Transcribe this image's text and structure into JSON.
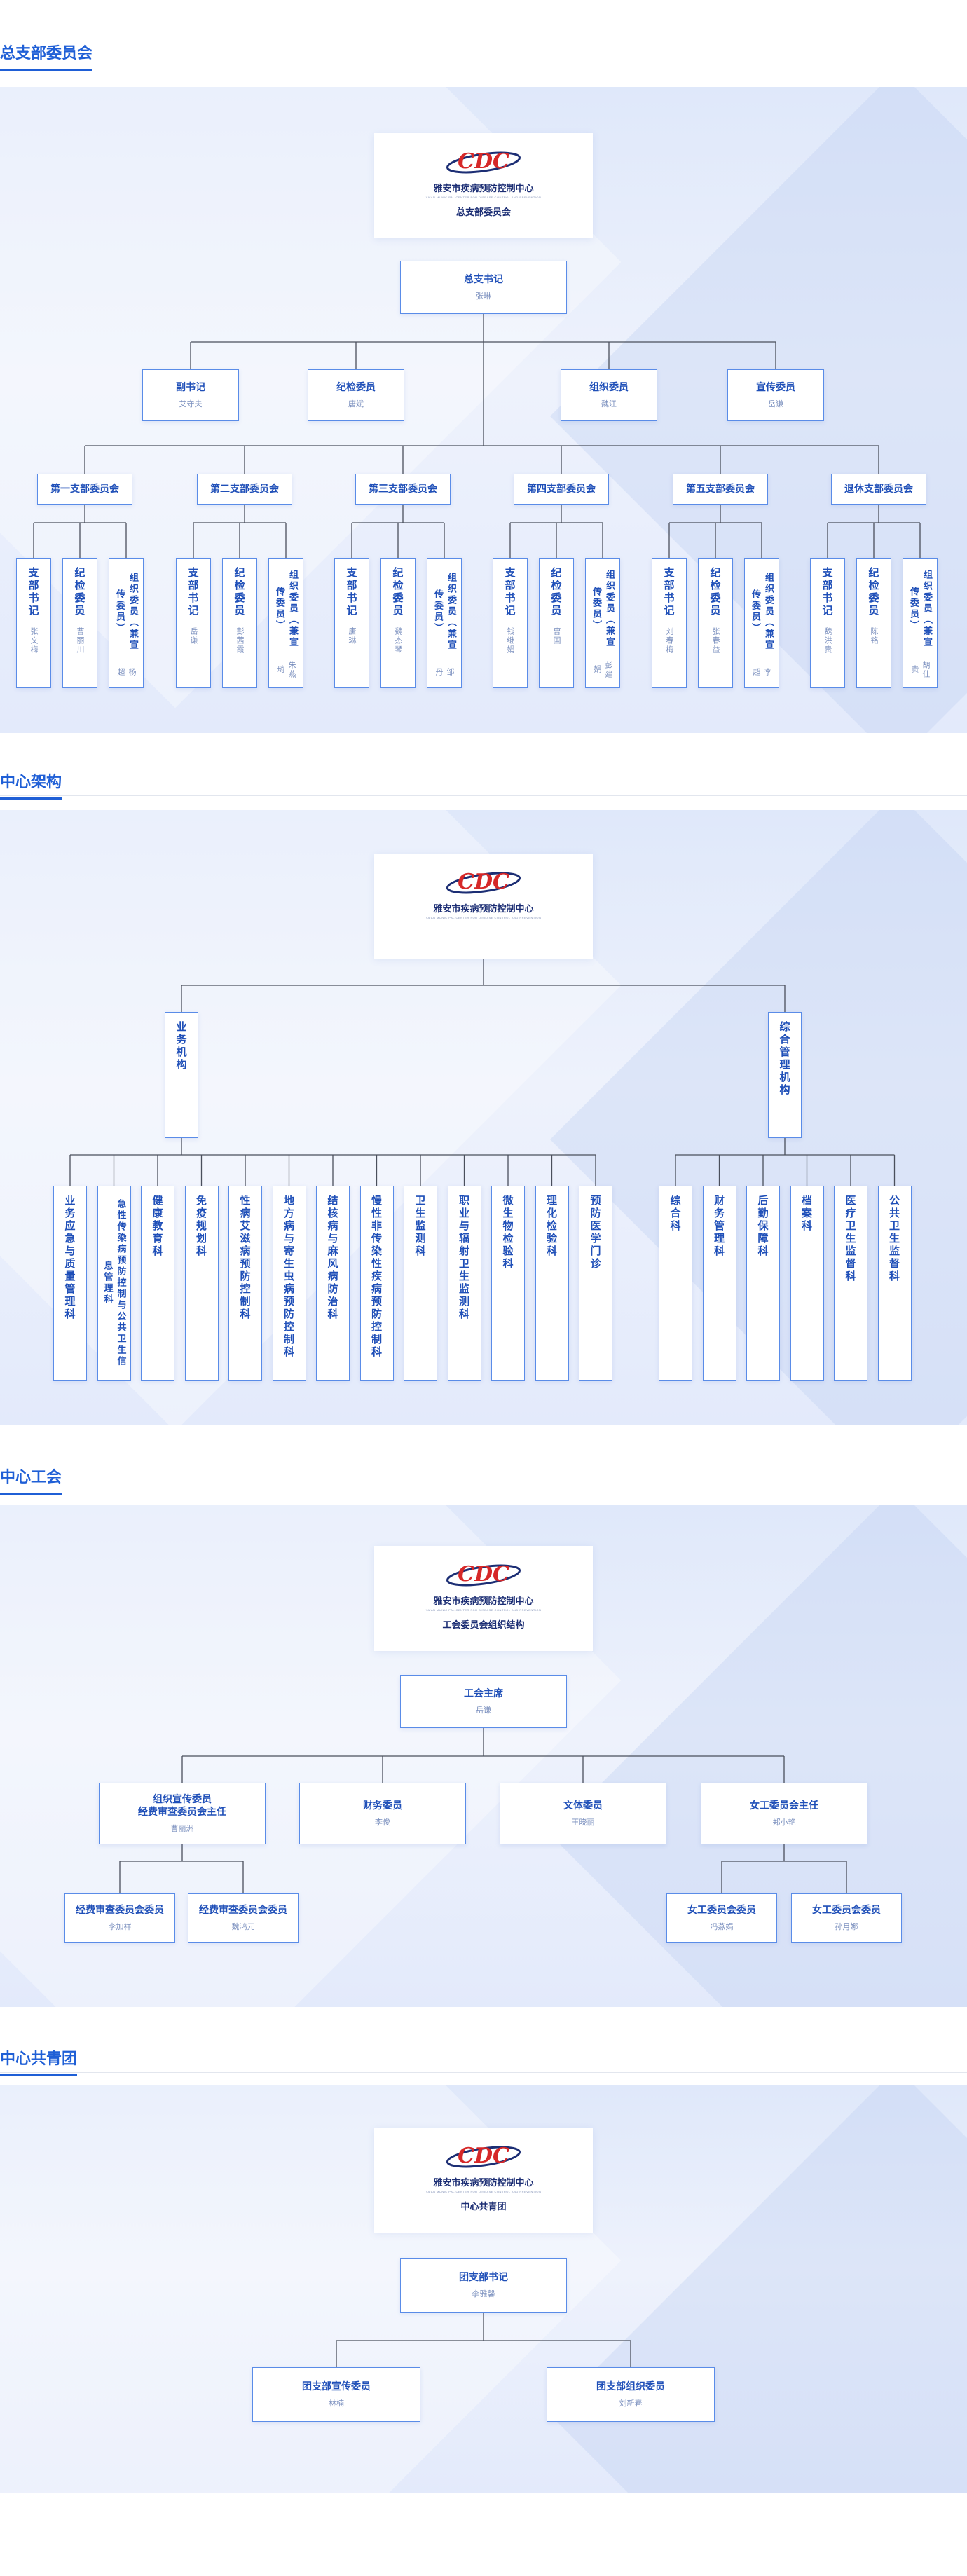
{
  "org_name": "雅安市疾病预防控制中心",
  "org_name_en": "YA'AN MUNICIPAL CENTER FOR DISEASE CONTROL AND PREVENTION",
  "logo_text": "CDC",
  "colors": {
    "accent": "#1f5fd6",
    "box_border": "#5a8ce8",
    "box_text": "#1f4fb8"
  },
  "sections": [
    {
      "title": "总支部委员会",
      "logo_subtitle": "总支部委员会",
      "root": {
        "title": "总支书记",
        "name": "张琳"
      },
      "level2": [
        {
          "title": "副书记",
          "name": "艾守夫"
        },
        {
          "title": "纪检委员",
          "name": "唐斌"
        },
        {
          "title": "组织委员",
          "name": "魏江"
        },
        {
          "title": "宣传委员",
          "name": "岳谦"
        }
      ],
      "branches": [
        {
          "title": "第一支部委员会",
          "members": [
            {
              "title": "支部书记",
              "name": "张文梅"
            },
            {
              "title": "纪检委员",
              "name": "曹丽川"
            },
            {
              "title": "组织委员（兼宣传委员）",
              "name": "杨超"
            }
          ]
        },
        {
          "title": "第二支部委员会",
          "members": [
            {
              "title": "支部书记",
              "name": "岳谦"
            },
            {
              "title": "纪检委员",
              "name": "彭茜霞"
            },
            {
              "title": "组织委员（兼宣传委员）",
              "name": "朱燕琦"
            }
          ]
        },
        {
          "title": "第三支部委员会",
          "members": [
            {
              "title": "支部书记",
              "name": "唐琳"
            },
            {
              "title": "纪检委员",
              "name": "魏杰琴"
            },
            {
              "title": "组织委员（兼宣传委员）",
              "name": "邹丹"
            }
          ]
        },
        {
          "title": "第四支部委员会",
          "members": [
            {
              "title": "支部书记",
              "name": "钱继娟"
            },
            {
              "title": "纪检委员",
              "name": "曹国"
            },
            {
              "title": "组织委员（兼宣传委员）",
              "name": "彭建娟"
            }
          ]
        },
        {
          "title": "第五支部委员会",
          "members": [
            {
              "title": "支部书记",
              "name": "刘春梅"
            },
            {
              "title": "纪检委员",
              "name": "张春益"
            },
            {
              "title": "组织委员（兼宣传委员）",
              "name": "李超"
            }
          ]
        },
        {
          "title": "退休支部委员会",
          "members": [
            {
              "title": "支部书记",
              "name": "魏洪贵"
            },
            {
              "title": "纪检委员",
              "name": "陈铭"
            },
            {
              "title": "组织委员（兼宣传委员）",
              "name": "胡仕贵"
            }
          ]
        }
      ]
    },
    {
      "title": "中心架构",
      "groups": [
        {
          "title": "业务机构",
          "depts": [
            "业务应急与质量管理科",
            "急性传染病预防控制与公共卫生信息管理科",
            "健康教育科",
            "免疫规划科",
            "性病艾滋病预防控制科",
            "地方病与寄生虫病预防控制科",
            "结核病与麻风病防治科",
            "慢性非传染性疾病预防控制科",
            "卫生监测科",
            "职业与辐射卫生监测科",
            "微生物检验科",
            "理化检验科",
            "预防医学门诊"
          ]
        },
        {
          "title": "综合管理机构",
          "depts": [
            "综合科",
            "财务管理科",
            "后勤保障科",
            "档案科",
            "医疗卫生监督科",
            "公共卫生监督科"
          ]
        }
      ]
    },
    {
      "title": "中心工会",
      "logo_subtitle": "工会委员会组织结构",
      "root": {
        "title": "工会主席",
        "name": "岳谦"
      },
      "level2": [
        {
          "title": "组织宣传委员\n经费审查委员会主任",
          "name": "曹丽洲"
        },
        {
          "title": "财务委员",
          "name": "李俊"
        },
        {
          "title": "文体委员",
          "name": "王晓丽"
        },
        {
          "title": "女工委员会主任",
          "name": "郑小艳"
        }
      ],
      "level3_left": [
        {
          "title": "经费审查委员会委员",
          "name": "李加祥"
        },
        {
          "title": "经费审查委员会委员",
          "name": "魏鸿元"
        }
      ],
      "level3_right": [
        {
          "title": "女工委员会委员",
          "name": "冯燕娟"
        },
        {
          "title": "女工委员会委员",
          "name": "孙月娜"
        }
      ]
    },
    {
      "title": "中心共青团",
      "logo_subtitle": "中心共青团",
      "root": {
        "title": "团支部书记",
        "name": "李雅馨"
      },
      "level2": [
        {
          "title": "团支部宣传委员",
          "name": "林楠"
        },
        {
          "title": "团支部组织委员",
          "name": "刘新春"
        }
      ]
    }
  ]
}
